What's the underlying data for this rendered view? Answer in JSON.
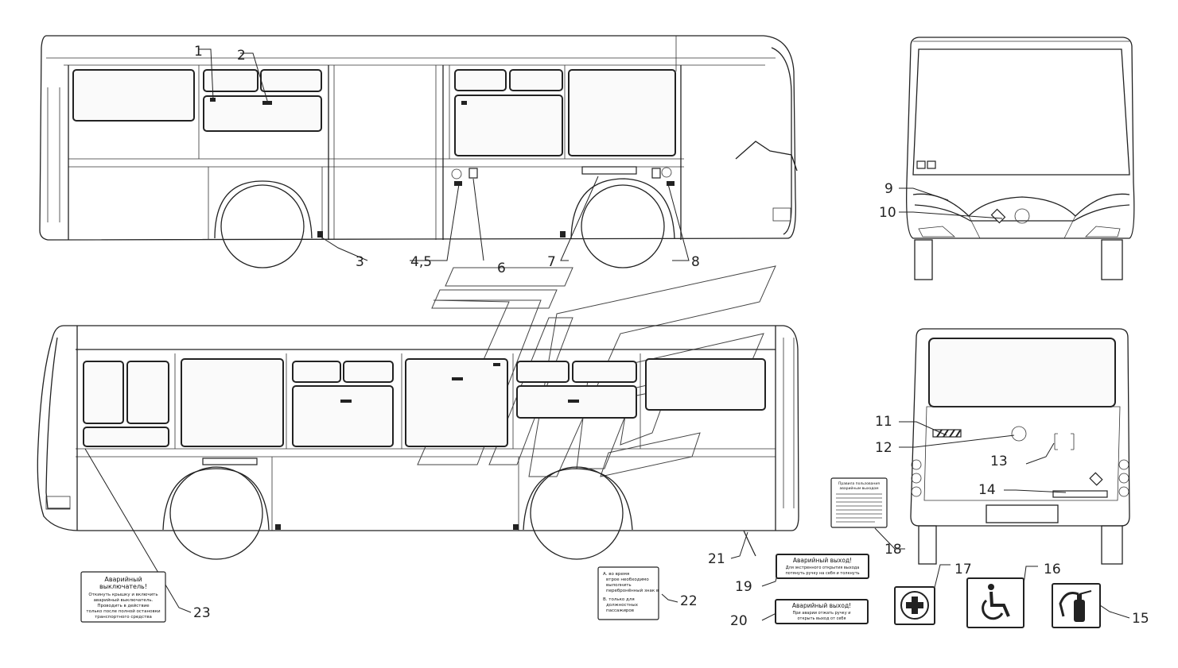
{
  "callouts": {
    "c1": "1",
    "c2": "2",
    "c3": "3",
    "c45": "4,5",
    "c6": "6",
    "c7": "7",
    "c8": "8",
    "c9": "9",
    "c10": "10",
    "c11": "11",
    "c12": "12",
    "c13": "13",
    "c14": "14",
    "c15": "15",
    "c16": "16",
    "c17": "17",
    "c18": "18",
    "c19": "19",
    "c20": "20",
    "c21": "21",
    "c22": "22",
    "c23": "23"
  },
  "plate23": {
    "line1": "Аварийный",
    "line2": "выключатель!",
    "line3": "Откинуть крышку и включить",
    "line4": "аварийный выключатель.",
    "line5": "Проводить в действие",
    "line6": "только после полной остановки",
    "line7": "транспортного средства"
  },
  "plate22": {
    "line1": "А. во время",
    "line2": "втрое необходимо",
    "line3": "выполнить",
    "line4": "перебронённый знак в",
    "line5": "В. только для",
    "line6": "должностных",
    "line7": "пассажиров"
  },
  "plate19": {
    "title": "Аварийный выход!",
    "line1": "Для экстренного открытия выхода",
    "line2": "потянуть ручку на себя и толкнуть"
  },
  "plate20": {
    "title": "Аварийный выход!",
    "line1": "При аварии отжать ручку и",
    "line2": "открыть выход от себя"
  },
  "plate18": {
    "line1": "Правила пользования",
    "line2": "аварийным выходом"
  },
  "colors": {
    "line": "#222222",
    "background": "#ffffff"
  },
  "icons": [
    "first-aid-icon",
    "wheelchair-icon",
    "fire-extinguisher-icon",
    "manufacturer-logo-icon",
    "brand-logo-icon"
  ]
}
